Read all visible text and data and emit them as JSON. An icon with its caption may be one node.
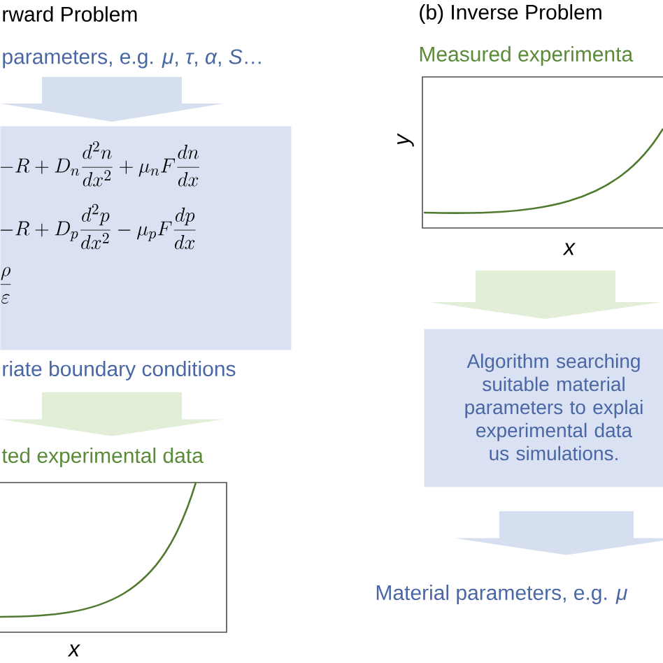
{
  "diagram": {
    "nodes": [
      {
        "text": [
          "parameters, e.g. *μ*, *τ*, *α*, *S*…"
        ]
      },
      {
        "text": [
          "-R+D_n\\frac{d^2n}{dx^2}+\\mu_nF\\frac{dn}{dx}",
          "-R+D_p\\frac{d^2p}{dx^2}-\\mu_pF\\frac{dp}{dx}",
          "\\frac{\\rho}{\\varepsilon}"
        ],
        "beside": [
          "riate boundary conditions"
        ]
      },
      {
        "text": [
          "ted experimental data"
        ]
      },
      {
        "text": [
          "Measured experimenta"
        ]
      },
      {
        "text": [
          "Algorithm searching suitable material parameters to explai experimental data us simulations."
        ]
      },
      {
        "text": [
          "Material parameters, e.g. *μ*"
        ]
      }
    ],
    "edges": [
      {
        "from": 0,
        "to": 1,
        "arrow": "to",
        "color": "#d6dff0"
      },
      {
        "from": 1,
        "to": 2,
        "arrow": "to",
        "color": "#e2eed8"
      },
      {
        "from": 3,
        "to": 4,
        "arrow": "to",
        "color": "#e2eed8"
      },
      {
        "from": 4,
        "to": 5,
        "arrow": "to",
        "color": "#d6dff0"
      }
    ],
    "labels": [
      "rward Problem",
      "(b) Inverse Problem",
      "y",
      "x",
      "x"
    ]
  }
}
